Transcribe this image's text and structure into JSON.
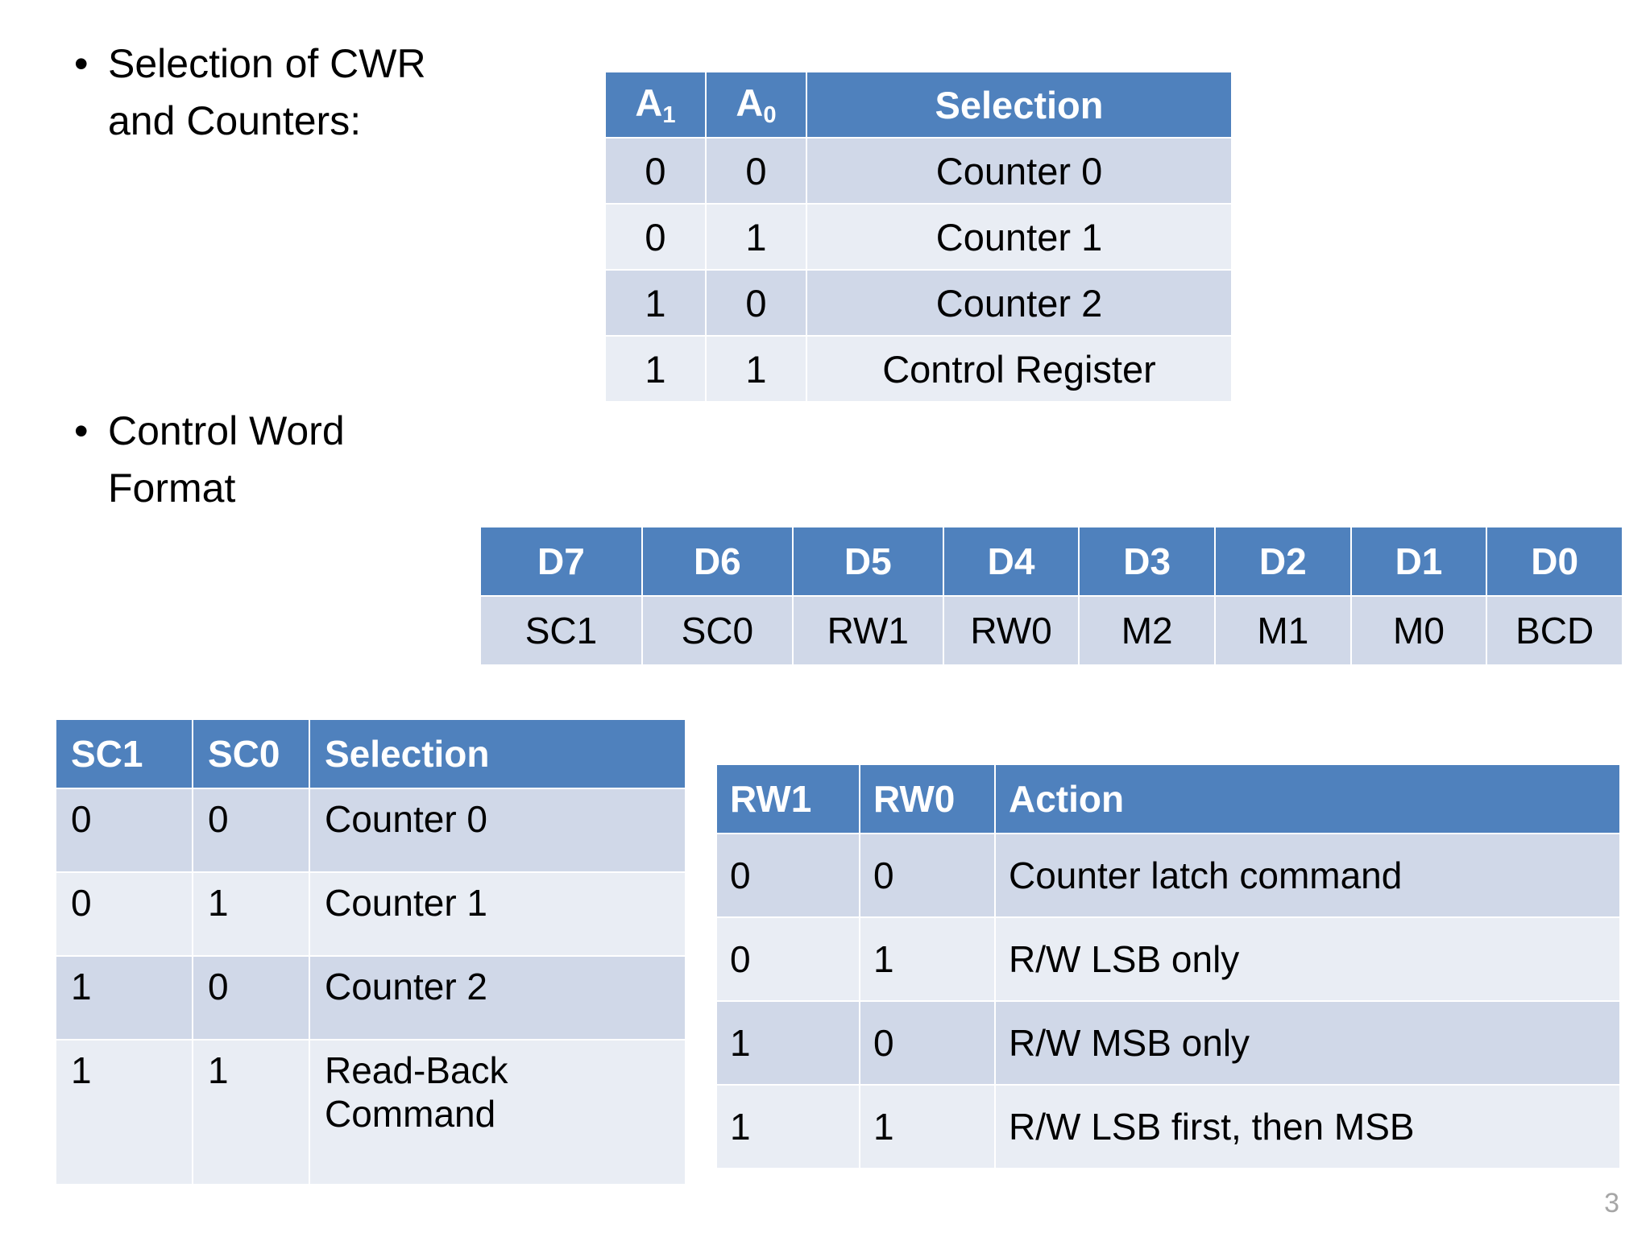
{
  "slide": {
    "page_number": "3",
    "accent_header_color": "#4f81bd",
    "row_band_dark": "#d0d8e8",
    "row_band_light": "#e9edf4"
  },
  "bullets": {
    "selection_of_cwr": {
      "marker": "•",
      "line1": "Selection of CWR",
      "line2": "and Counters:"
    },
    "control_word_format": {
      "marker": "•",
      "line1": "Control Word",
      "line2": "Format"
    }
  },
  "table_selection_cwr": {
    "headers": {
      "a1_base": "A",
      "a1_sub": "1",
      "a0_base": "A",
      "a0_sub": "0",
      "selection": "Selection"
    },
    "rows": [
      {
        "a1": "0",
        "a0": "0",
        "selection": "Counter 0"
      },
      {
        "a1": "0",
        "a0": "1",
        "selection": "Counter 1"
      },
      {
        "a1": "1",
        "a0": "0",
        "selection": "Counter 2"
      },
      {
        "a1": "1",
        "a0": "1",
        "selection": "Control Register"
      }
    ]
  },
  "table_control_word": {
    "headers": [
      "D7",
      "D6",
      "D5",
      "D4",
      "D3",
      "D2",
      "D1",
      "D0"
    ],
    "values": [
      "SC1",
      "SC0",
      "RW1",
      "RW0",
      "M2",
      "M1",
      "M0",
      "BCD"
    ]
  },
  "table_sc_selection": {
    "headers": {
      "sc1": "SC1",
      "sc0": "SC0",
      "selection": "Selection"
    },
    "rows": [
      {
        "sc1": "0",
        "sc0": "0",
        "selection": "Counter 0"
      },
      {
        "sc1": "0",
        "sc0": "1",
        "selection": "Counter 1"
      },
      {
        "sc1": "1",
        "sc0": "0",
        "selection": "Counter 2"
      },
      {
        "sc1": "1",
        "sc0": "1",
        "selection": "Read-Back Command"
      }
    ]
  },
  "table_rw_action": {
    "headers": {
      "rw1": "RW1",
      "rw0": "RW0",
      "action": "Action"
    },
    "rows": [
      {
        "rw1": "0",
        "rw0": "0",
        "action": "Counter latch command"
      },
      {
        "rw1": "0",
        "rw0": "1",
        "action": "R/W LSB only"
      },
      {
        "rw1": "1",
        "rw0": "0",
        "action": "R/W MSB only"
      },
      {
        "rw1": "1",
        "rw0": "1",
        "action": "R/W LSB first, then MSB"
      }
    ]
  }
}
